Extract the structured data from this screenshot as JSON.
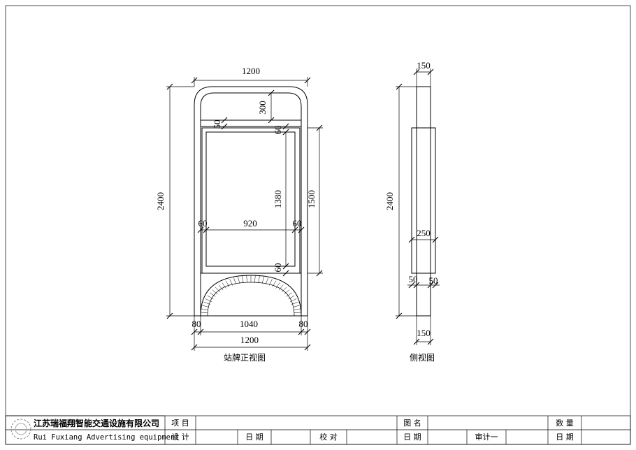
{
  "front_view": {
    "caption": "站牌正视图",
    "dims": {
      "total_width_top": "1200",
      "total_width_bottom": "1200",
      "total_height": "2400",
      "top_arch": "300",
      "header_bar": "50",
      "inner_top_margin": "60",
      "inner_bottom_margin": "60",
      "inner_height": "1380",
      "panel_height": "1500",
      "left_margin": "60",
      "inner_width": "920",
      "right_margin": "60",
      "leg_left": "80",
      "leg_span": "1040",
      "leg_right": "80"
    }
  },
  "side_view": {
    "caption": "侧视图",
    "dims": {
      "top_depth": "150",
      "total_height": "2400",
      "panel_depth": "250",
      "left_offset": "50",
      "right_offset": "50",
      "bottom_depth": "150"
    }
  },
  "title_block": {
    "company_cn": "江苏瑞福翔智能交通设施有限公司",
    "company_en": "Rui Fuxiang Advertising equipment",
    "labels": {
      "project": "项 目",
      "design": "设 计",
      "date": "日 期",
      "check": "校 对",
      "drawing_name": "图 名",
      "date2": "日 期",
      "audit": "审计一",
      "quantity": "数 量",
      "date3": "日 期"
    }
  }
}
